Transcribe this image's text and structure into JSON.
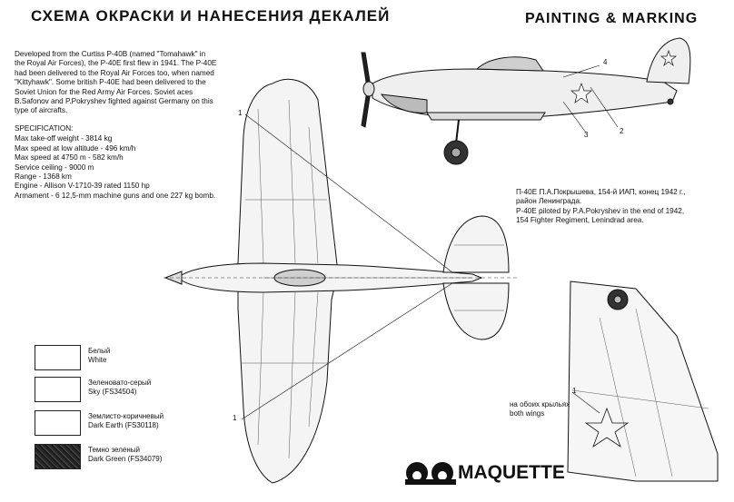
{
  "header": {
    "title_ru": "СХЕМА ОКРАСКИ И НАНЕСЕНИЯ ДЕКАЛЕЙ",
    "title_en": "PAINTING & MARKING"
  },
  "intro": {
    "lines": [
      "Developed from the Curtiss P-40B (named \"Tomahawk\" in",
      "the Royal Air Forces), the P-40E first flew in 1941. The P-40E",
      "had been delivered to the Royal Air Forces too, when named",
      "\"Kittyhawk\". Some british P-40E had been delivered to the",
      "Soviet Union for the Red Army Air Forces. Soviet aces",
      "B.Safonov and P.Pokryshev fighted against Germany on this",
      "type of aircrafts."
    ]
  },
  "specification": {
    "heading": "SPECIFICATION:",
    "lines": [
      "Max take-off weight - 3814 kg",
      "Max speed at low altitude - 496 km/h",
      "Max speed at 4750 m - 582 km/h",
      "Service ceiling - 9000 m",
      "Range - 1368 km",
      "Engine - Allison V-1710-39 rated 1150 hp",
      "Armament - 6 12,5-mm machine guns and one 227 kg bomb."
    ]
  },
  "caption": {
    "ru_line1": "П-40Е П.А.Покрышева, 154-й ИАП, конец 1942 г.,",
    "ru_line2": "район Ленинграда.",
    "en_line1": "P-40E piloted by P.A.Pokryshev in the end of 1942,",
    "en_line2": "154 Fighter Regiment, Lenindrad area."
  },
  "legend": [
    {
      "ru": "Белый",
      "en": "White",
      "color": "#ffffff"
    },
    {
      "ru": "Зеленовато-серый",
      "en": "Sky (FS34504)",
      "color": "#ffffff"
    },
    {
      "ru": "Землисто-коричневый",
      "en": "Dark Earth (FS30118)",
      "color": "#ffffff"
    },
    {
      "ru": "Темно зеленый",
      "en": "Dark Green (FS34079)",
      "color": "#2a2a2a"
    }
  ],
  "wings_note": {
    "number": "1",
    "ru": "на обоих крыльях",
    "en": "both wings"
  },
  "callouts": {
    "c1_top": "1",
    "c1_bottom": "1",
    "c2": "2",
    "c3": "3",
    "c4": "4"
  },
  "brand": {
    "name": "MAQUETTE"
  }
}
